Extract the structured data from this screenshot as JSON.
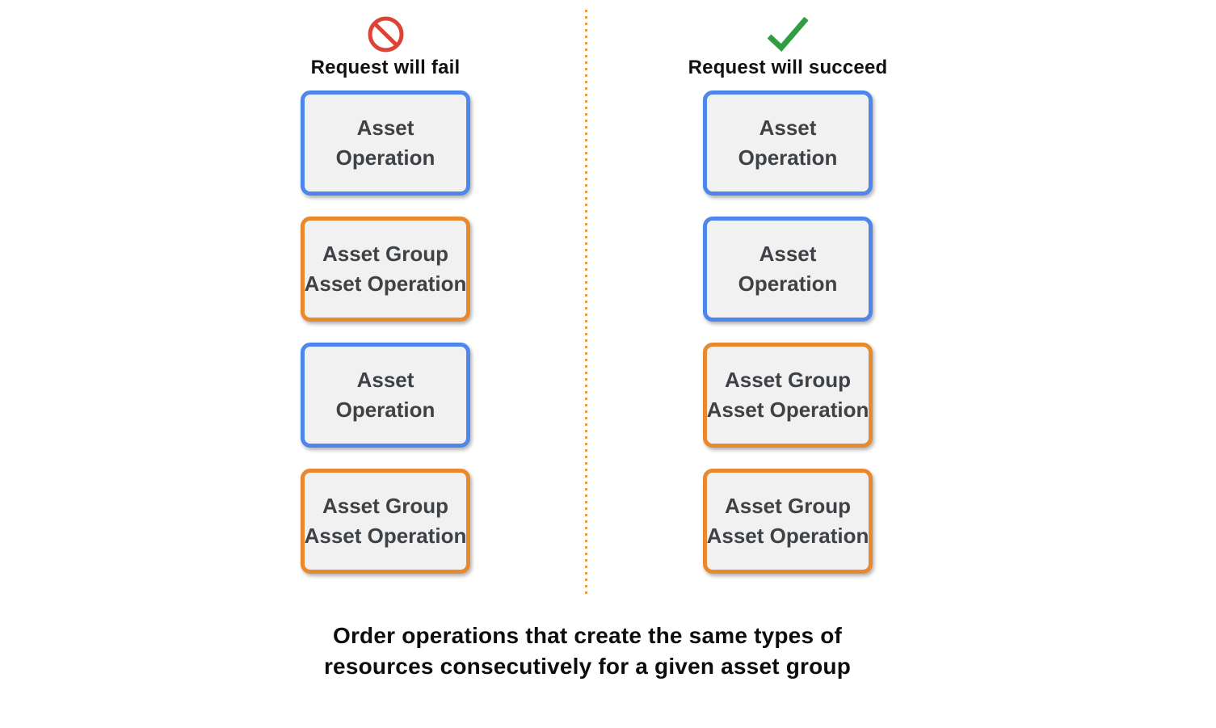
{
  "colors": {
    "blue_border": "#4e86ec",
    "orange_border": "#e8892e",
    "box_background": "#f1f1f2",
    "box_text": "#3f4245",
    "fail_icon_red": "#dd4236",
    "success_icon_green": "#2f9e41",
    "divider_orange": "#e9a04c",
    "heading_text": "#111111"
  },
  "columns": [
    {
      "title": "Request will fail",
      "icon": "prohibition-icon",
      "boxes": [
        {
          "type": "asset-operation",
          "lines": [
            "Asset",
            "Operation"
          ]
        },
        {
          "type": "asset-group-asset-operation",
          "lines": [
            "Asset Group",
            "Asset Operation"
          ]
        },
        {
          "type": "asset-operation",
          "lines": [
            "Asset",
            "Operation"
          ]
        },
        {
          "type": "asset-group-asset-operation",
          "lines": [
            "Asset Group",
            "Asset Operation"
          ]
        }
      ]
    },
    {
      "title": "Request will succeed",
      "icon": "checkmark-icon",
      "boxes": [
        {
          "type": "asset-operation",
          "lines": [
            "Asset",
            "Operation"
          ]
        },
        {
          "type": "asset-operation",
          "lines": [
            "Asset",
            "Operation"
          ]
        },
        {
          "type": "asset-group-asset-operation",
          "lines": [
            "Asset Group",
            "Asset Operation"
          ]
        },
        {
          "type": "asset-group-asset-operation",
          "lines": [
            "Asset Group",
            "Asset Operation"
          ]
        }
      ]
    }
  ],
  "caption": {
    "line1": "Order operations that create the same types of",
    "line2": "resources consecutively for a given asset group"
  }
}
